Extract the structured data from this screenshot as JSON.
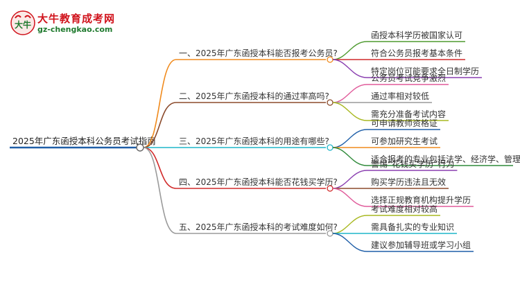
{
  "logo": {
    "title": "大牛教育成考网",
    "url": "gz-chengkao.com",
    "mark": "大牛"
  },
  "root": {
    "label": "2025年广东函授本科公务员考试指南",
    "color": "#1f5fa8"
  },
  "branches": [
    {
      "label": "一、2025年广东函授本科能否报考公务员?",
      "color": "#f08a1c",
      "leaf_color": "#4e9a2f",
      "leaves": [
        "函授本科学历被国家认可",
        "符合公务员报考基本条件",
        "特定岗位可能要求全日制学历"
      ],
      "leaf_colors": [
        "#4e9a2f",
        "#d12a2a",
        "#8a3fb0"
      ]
    },
    {
      "label": "二、2025年广东函授本科的通过率高吗?",
      "color": "#8b4a2b",
      "leaves": [
        "公务员考试竞争激烈",
        "通过率相对较低",
        "需充分准备考试内容"
      ],
      "leaf_colors": [
        "#e05a9a",
        "#9a9a9a",
        "#a8b820"
      ]
    },
    {
      "label": "三、2025年广东函授本科的用途有哪些?",
      "color": "#1fb5c8",
      "leaves": [
        "可申请教师资格证",
        "可参加研究生考试",
        "适合报考的专业包括法学、经济学、管理学"
      ],
      "leaf_colors": [
        "#1f5fa8",
        "#f08a1c",
        "#2f8a3a"
      ]
    },
    {
      "label": "四、2025年广东函授本科能否花钱买学历?",
      "color": "#d12a2a",
      "leaves": [
        "警惕“花钱买学历”行为",
        "购买学历违法且无效",
        "选择正规教育机构提升学历"
      ],
      "leaf_colors": [
        "#8a3fb0",
        "#8b4a2b",
        "#e05a9a"
      ]
    },
    {
      "label": "五、2025年广东函授本科的考试难度如何?",
      "color": "#9a9a9a",
      "leaves": [
        "考试难度相对较高",
        "需具备扎实的专业知识",
        "建议参加辅导班或学习小组"
      ],
      "leaf_colors": [
        "#a8b820",
        "#1fb5c8",
        "#1f5fa8"
      ]
    }
  ]
}
